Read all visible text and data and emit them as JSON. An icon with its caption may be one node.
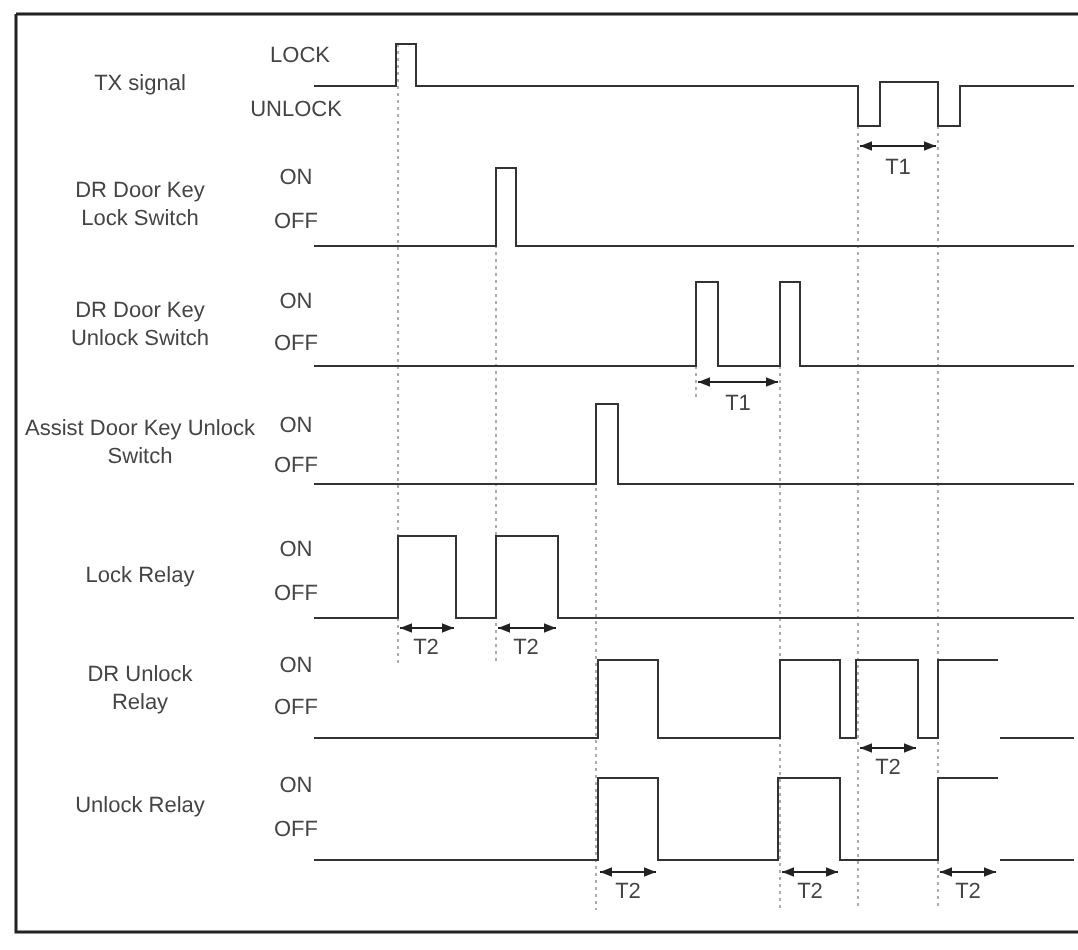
{
  "diagram": {
    "labels": [
      "LOCK",
      "TX signal",
      "UNLOCK",
      "T1",
      "DR Door Key Lock Switch",
      "ON",
      "OFF",
      "DR Door Key Unlock Switch",
      "ON",
      "OFF",
      "T1",
      "Assist Door Key Unlock Switch",
      "ON",
      "OFF",
      "Lock Relay",
      "ON",
      "OFF",
      "T2",
      "T2",
      "DR Unlock Relay",
      "ON",
      "OFF",
      "T2",
      "Unlock Relay",
      "ON",
      "OFF",
      "T2",
      "T2",
      "T2"
    ]
  }
}
